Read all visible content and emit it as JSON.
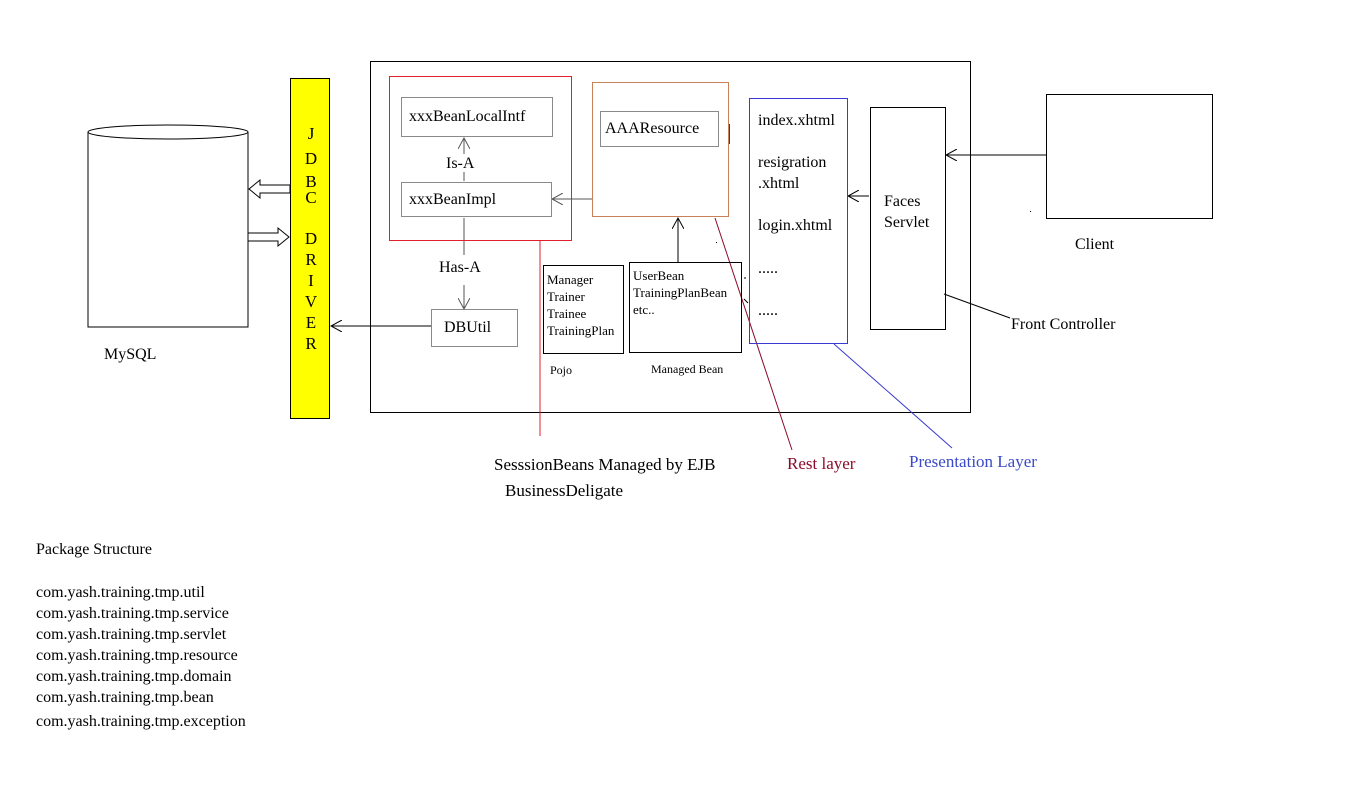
{
  "database": {
    "label": "MySQL"
  },
  "jdbc_driver": {
    "letters": [
      "J",
      "D",
      "B",
      "C",
      "",
      "D",
      "R",
      "I",
      "V",
      "E",
      "R"
    ]
  },
  "ejb_layer": {
    "local_intf": "xxxBeanLocalIntf",
    "is_a": "Is-A",
    "bean_impl": "xxxBeanImpl",
    "has_a": "Has-A",
    "dbutil": "DBUtil",
    "caption_line1": "SesssionBeans Managed by EJB",
    "caption_line2": "BusinessDeligate"
  },
  "rest_layer": {
    "resource": "AAAResource",
    "caption": "Rest layer"
  },
  "pojo": {
    "items": [
      "Manager",
      "Trainer",
      "Trainee",
      "TrainingPlan"
    ],
    "caption": "Pojo"
  },
  "managed_bean": {
    "items": [
      "UserBean",
      "TrainingPlanBean",
      "etc.."
    ],
    "caption": "Managed Bean"
  },
  "presentation": {
    "pages": [
      "index.xhtml",
      "resigration",
      ".xhtml",
      "login.xhtml",
      ".....",
      "....."
    ],
    "caption": "Presentation Layer"
  },
  "faces_servlet": {
    "line1": "Faces",
    "line2": "Servlet"
  },
  "front_controller": "Front Controller",
  "client": {
    "label": "Client"
  },
  "packages": {
    "title": "Package Structure",
    "items": [
      "com.yash.training.tmp.util",
      "com.yash.training.tmp.service",
      "com.yash.training.tmp.servlet",
      "com.yash.training.tmp.resource",
      "com.yash.training.tmp.domain",
      "com.yash.training.tmp.bean",
      "com.yash.training.tmp.exception"
    ]
  },
  "colors": {
    "ejb_border": "#e0202a",
    "rest_border": "#c8825a",
    "rest_text": "#8b0a2a",
    "presentation_border": "#3a3ad0",
    "presentation_text": "#3a4ac8",
    "jdbc_fill": "#ffff00"
  }
}
